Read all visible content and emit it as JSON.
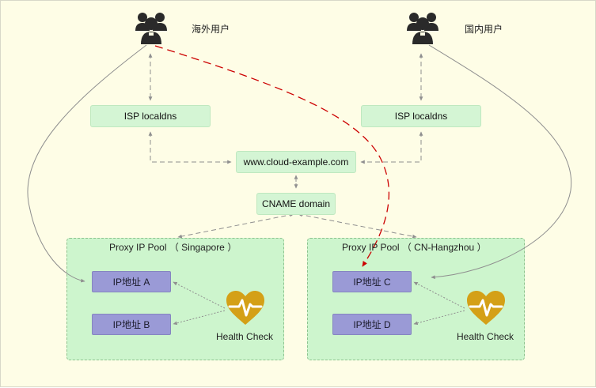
{
  "users": {
    "overseas_label": "海外用户",
    "domestic_label": "国内用户"
  },
  "dns": {
    "left_isp": "ISP localdns",
    "right_isp": "ISP localdns",
    "domain": "www.cloud-example.com",
    "cname": "CNAME domain"
  },
  "pools": {
    "singapore": {
      "title": "Proxy  IP Pool  （ Singapore ）",
      "ip_a": "IP地址  A",
      "ip_b": "IP地址  B",
      "health": "Health Check"
    },
    "hangzhou": {
      "title": "Proxy  IP Pool  （ CN-Hangzhou ）",
      "ip_c": "IP地址  C",
      "ip_d": "IP地址  D",
      "health": "Health Check"
    }
  },
  "colors": {
    "background": "#fefde6",
    "dns_box": "#d4f5d4",
    "pool_bg": "#cdf5cd",
    "ip_box": "#9a9ad6",
    "heart": "#d4a017",
    "failover_arrow": "#cc0000"
  }
}
